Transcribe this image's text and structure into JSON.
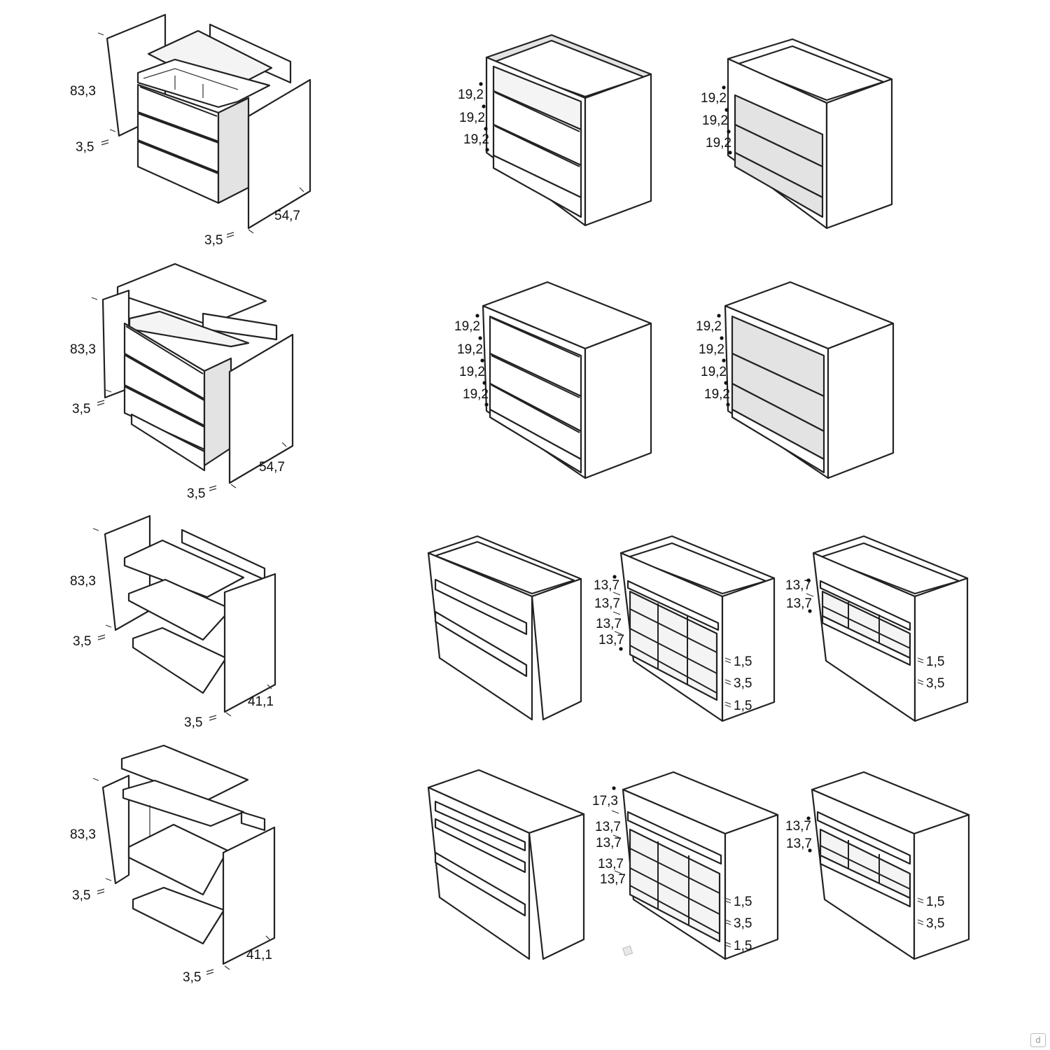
{
  "colors": {
    "line": "#222222",
    "panel": "#ffffff",
    "shade": "#e3e3e3",
    "glass": "#f4f4f4"
  },
  "icons": [
    "watermark-icon"
  ],
  "watermark": {
    "glyph": "d"
  },
  "exploded": [
    {
      "height": "83,3",
      "thickness": "3,5",
      "side": "3,5",
      "depth": "54,7"
    },
    {
      "height": "83,3",
      "thickness": "3,5",
      "side": "3,5",
      "depth": "54,7"
    },
    {
      "height": "83,3",
      "thickness": "3,5",
      "side": "3,5",
      "depth": "41,1"
    },
    {
      "height": "83,3",
      "thickness": "3,5",
      "side": "3,5",
      "depth": "41,1"
    }
  ],
  "drawer_units": [
    {
      "drawer_height": [
        "19,2",
        "19,2",
        "19,2"
      ]
    },
    {
      "drawer_height": [
        "19,2",
        "19,2",
        "19,2"
      ]
    },
    {
      "drawer_height": [
        "19,2",
        "19,2",
        "19,2",
        "19,2"
      ]
    },
    {
      "drawer_height": [
        "19,2",
        "19,2",
        "19,2",
        "19,2"
      ]
    }
  ],
  "open_units": [
    {
      "left": [],
      "right": []
    },
    {
      "left": [
        "13,7",
        "13,7",
        "13,7",
        "13,7"
      ],
      "right": [
        "1,5",
        "3,5",
        "1,5"
      ]
    },
    {
      "left": [
        "13,7",
        "13,7"
      ],
      "right": [
        "1,5",
        "3,5"
      ]
    },
    {
      "left": [],
      "right": []
    },
    {
      "left": [
        "17,3",
        "13,7",
        "13,7",
        "13,7",
        "13,7"
      ],
      "right": [
        "1,5",
        "3,5",
        "1,5"
      ]
    },
    {
      "left": [
        "13,7",
        "13,7"
      ],
      "right": [
        "1,5",
        "3,5"
      ]
    }
  ]
}
